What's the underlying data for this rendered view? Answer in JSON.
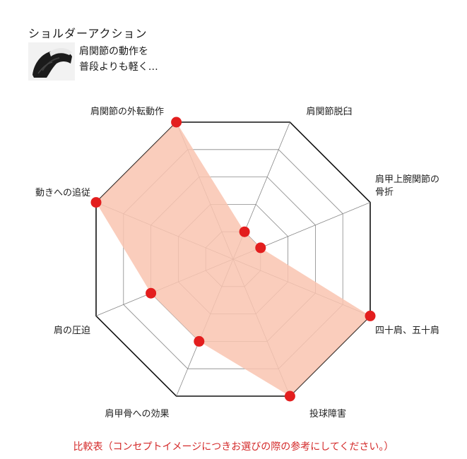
{
  "product": {
    "name": "ショルダーアクション",
    "description_lines": [
      "肩関節の動作を",
      "普段よりも軽く…"
    ]
  },
  "chart_data": {
    "type": "radar",
    "max": 5,
    "levels": 5,
    "axes": [
      "肩関節の外転動作",
      "肩関節脱臼",
      "肩甲上腕関節の骨折",
      "四十肩、五十肩",
      "投球障害",
      "肩甲骨への効果",
      "肩の圧迫",
      "動きへの追従"
    ],
    "axis_label_lines": [
      [
        "肩関節の外転動作"
      ],
      [
        "肩関節脱臼"
      ],
      [
        "肩甲上腕関節の",
        "骨折"
      ],
      [
        "四十肩、五十肩"
      ],
      [
        "投球障害"
      ],
      [
        "肩甲骨への効果"
      ],
      [
        "肩の圧迫"
      ],
      [
        "動きへの追従"
      ]
    ],
    "values": [
      5,
      1,
      1,
      5,
      5,
      3,
      3,
      5
    ],
    "fill_color": "#f9c4b0",
    "marker_color": "#e31e1e",
    "grid_color": "#888888",
    "outline_color": "#111111"
  },
  "footnote": "比較表（コンセプトイメージにつきお選びの際の参考にしてください。）"
}
